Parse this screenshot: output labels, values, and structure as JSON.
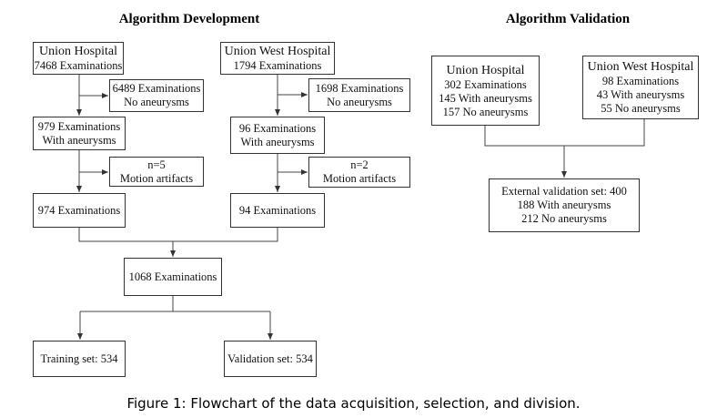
{
  "development": {
    "heading": "Algorithm Development",
    "union": {
      "name": "Union Hospital",
      "count": "7468 Examinations"
    },
    "union_excl": {
      "count": "6489 Examinations",
      "reason": "No aneurysms"
    },
    "union_aneu": {
      "count": "979 Examinations",
      "note": "With aneurysms"
    },
    "union_motion": {
      "n": "n=5",
      "reason": "Motion artifacts"
    },
    "union_final": "974 Examinations",
    "west": {
      "name": "Union West Hospital",
      "count": "1794 Examinations"
    },
    "west_excl": {
      "count": "1698 Examinations",
      "reason": "No aneurysms"
    },
    "west_aneu": {
      "count": "96 Examinations",
      "note": "With aneurysms"
    },
    "west_motion": {
      "n": "n=2",
      "reason": "Motion artifacts"
    },
    "west_final": "94 Examinations",
    "combined": "1068 Examinations",
    "training": "Training set: 534",
    "validation": "Validation set: 534"
  },
  "validation_side": {
    "heading": "Algorithm Validation",
    "union": {
      "name": "Union Hospital",
      "count": "302 Examinations",
      "with": "145 With aneurysms",
      "without": "157 No aneurysms"
    },
    "west": {
      "name": "Union West Hospital",
      "count": "98 Examinations",
      "with": "43 With aneurysms",
      "without": "55 No aneurysms"
    },
    "external": {
      "title": "External validation set: 400",
      "with": "188 With aneurysms",
      "without": "212 No aneurysms"
    }
  },
  "caption": "Figure 1: Flowchart of the data acquisition, selection, and division."
}
